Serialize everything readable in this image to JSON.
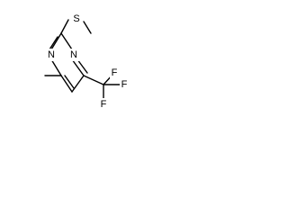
{
  "molecule": {
    "atoms": {
      "sulfur": "S",
      "nitrogen_left": "N",
      "nitrogen_right": "N",
      "fluorine_top": "F",
      "fluorine_right": "F",
      "fluorine_bottom": "F"
    }
  },
  "colors": {
    "bond": "#000000",
    "label": "#000000",
    "background": "#ffffff"
  }
}
